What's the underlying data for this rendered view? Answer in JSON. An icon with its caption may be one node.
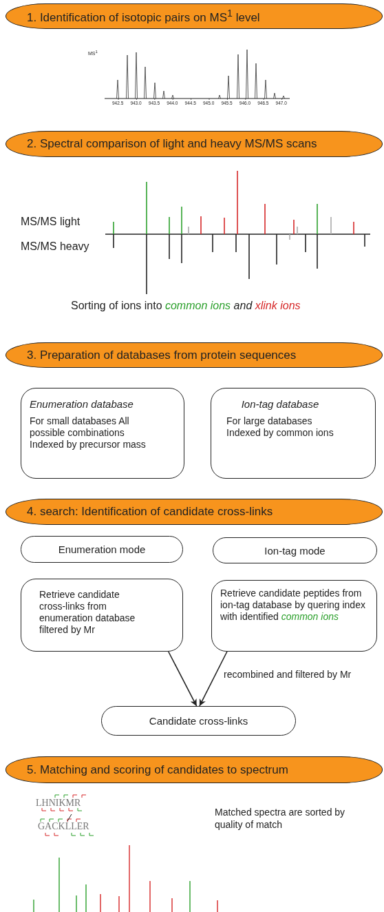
{
  "diagram": {
    "nodes": [
      {
        "text": [
          "1. Identification of isotopic pairs on MS$^{1}$ level"
        ]
      },
      {
        "text": [
          "2. Spectral comparison of light and heavy MS/MS scans"
        ]
      },
      {
        "text": [
          "3. Preparation of databases from protein sequences"
        ]
      },
      {
        "text": [
          "Enumeration database",
          "For small databases All possible combinations Indexed by precursor mass"
        ]
      },
      {
        "text": [
          "Ion-tag database",
          "For large databases Indexed by common ions"
        ]
      },
      {
        "text": [
          "4. search: Identification of candidate cross-links"
        ]
      },
      {
        "text": [
          "Enumeration mode"
        ]
      },
      {
        "text": [
          "Ion-tag mode"
        ]
      },
      {
        "text": [
          "Retrieve candidate cross-links from enumeration database filtered by Mr"
        ]
      },
      {
        "text": [
          "Retrieve candidate peptides from ion-tag database by quering index with identified *common ions*"
        ]
      },
      {
        "text": [
          "Candidate cross-links"
        ]
      },
      {
        "text": [
          "5. Matching and scoring of candidates to spectrum"
        ]
      }
    ],
    "edges": [
      {
        "from": 8,
        "to": 10,
        "arrow": "to"
      },
      {
        "from": 9,
        "to": 10,
        "arrow": "to",
        "label": "recombined and filtered by Mr"
      }
    ],
    "labels": [
      "MS$^{1}$",
      "942.5",
      "943.0",
      "943.5",
      "944.0",
      "944.5",
      "945.0",
      "945.5",
      "946.0",
      "946.5",
      "947.0",
      "MS/MS light",
      "MS/MS heavy",
      "Sorting of ions into *common ions* *and* *xlink ions*",
      "LHNIKMR",
      "GACKLLER",
      "Matched spectra are sorted by quality of match"
    ]
  }
}
